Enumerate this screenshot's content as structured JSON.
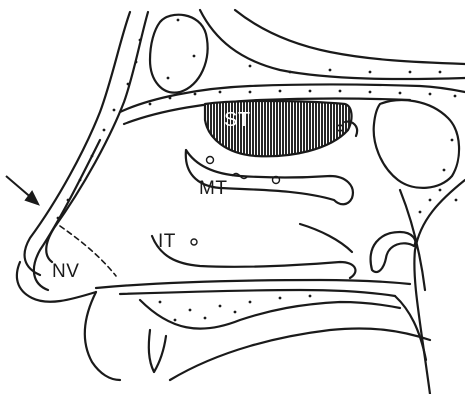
{
  "diagram": {
    "labels": {
      "st": "ST",
      "mt": "MT",
      "it": "IT",
      "nv": "NV"
    }
  },
  "colors": {
    "ink": "#1a1a1a",
    "background": "#ffffff",
    "shade": "#262626"
  }
}
